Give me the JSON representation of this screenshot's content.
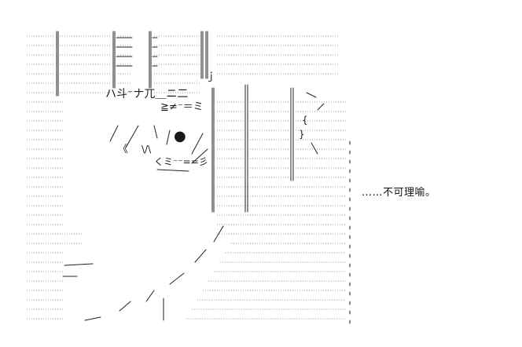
{
  "caption": "……不可理喻。",
  "figure": {
    "kana_row": "ハ斗⁻ナ兀＿ニ二",
    "brow_row": "≧≠⁻＝ミ",
    "whisker_left": "《",
    "whisker_mid": "\\/\\",
    "mouth_row": "くミ⁻⁻==彡",
    "eye_glyph": "●",
    "paren_close": "ｊ",
    "brace_left": "{",
    "brace_right": "}"
  },
  "colors": {
    "background": "#ffffff",
    "ink": "#1a1a1a",
    "dot_line": "#9a9a9a"
  }
}
